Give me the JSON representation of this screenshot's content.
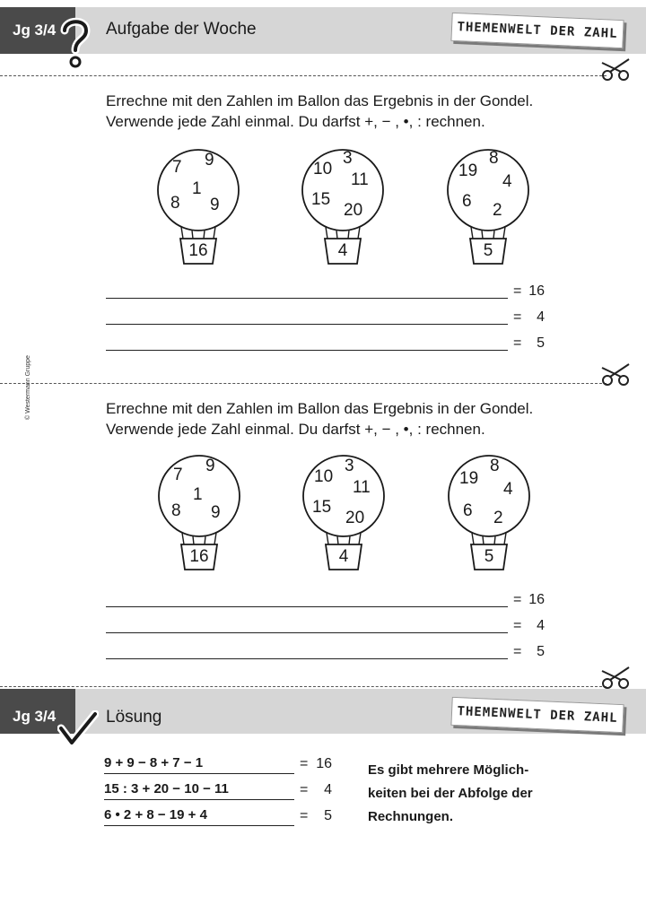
{
  "header": {
    "tab_label": "Jg 3/4",
    "title": "Aufgabe der Woche",
    "brand": "THEMENWELT DER ZAHL"
  },
  "copyright": "© Westermann Gruppe",
  "instructions": {
    "line1": "Errechne mit den Zahlen im Ballon das Ergebnis in der Gondel.",
    "line2": "Verwende jede Zahl einmal. Du darfst +, − , •, : rechnen."
  },
  "balloons": [
    {
      "numbers": [
        "7",
        "9",
        "1",
        "8",
        "9"
      ],
      "target": "16"
    },
    {
      "numbers": [
        "10",
        "3",
        "11",
        "15",
        "20"
      ],
      "target": "4"
    },
    {
      "numbers": [
        "19",
        "8",
        "4",
        "6",
        "2"
      ],
      "target": "5"
    }
  ],
  "answers": [
    {
      "eq": "=",
      "value": "16"
    },
    {
      "eq": "=",
      "value": "4"
    },
    {
      "eq": "=",
      "value": "5"
    }
  ],
  "solution": {
    "tab_label": "Jg 3/4",
    "title": "Lösung",
    "brand": "THEMENWELT DER ZAHL",
    "rows": [
      {
        "expr": "9 + 9 − 8 + 7 − 1",
        "eq": "=",
        "value": "16"
      },
      {
        "expr": "15 : 3 + 20 − 10 − 11",
        "eq": "=",
        "value": "4"
      },
      {
        "expr": "6 • 2 + 8 − 19 + 4",
        "eq": "=",
        "value": "5"
      }
    ],
    "note_lines": [
      "Es gibt mehrere Möglich-",
      "keiten bei der Abfolge der",
      "Rechnungen."
    ]
  }
}
